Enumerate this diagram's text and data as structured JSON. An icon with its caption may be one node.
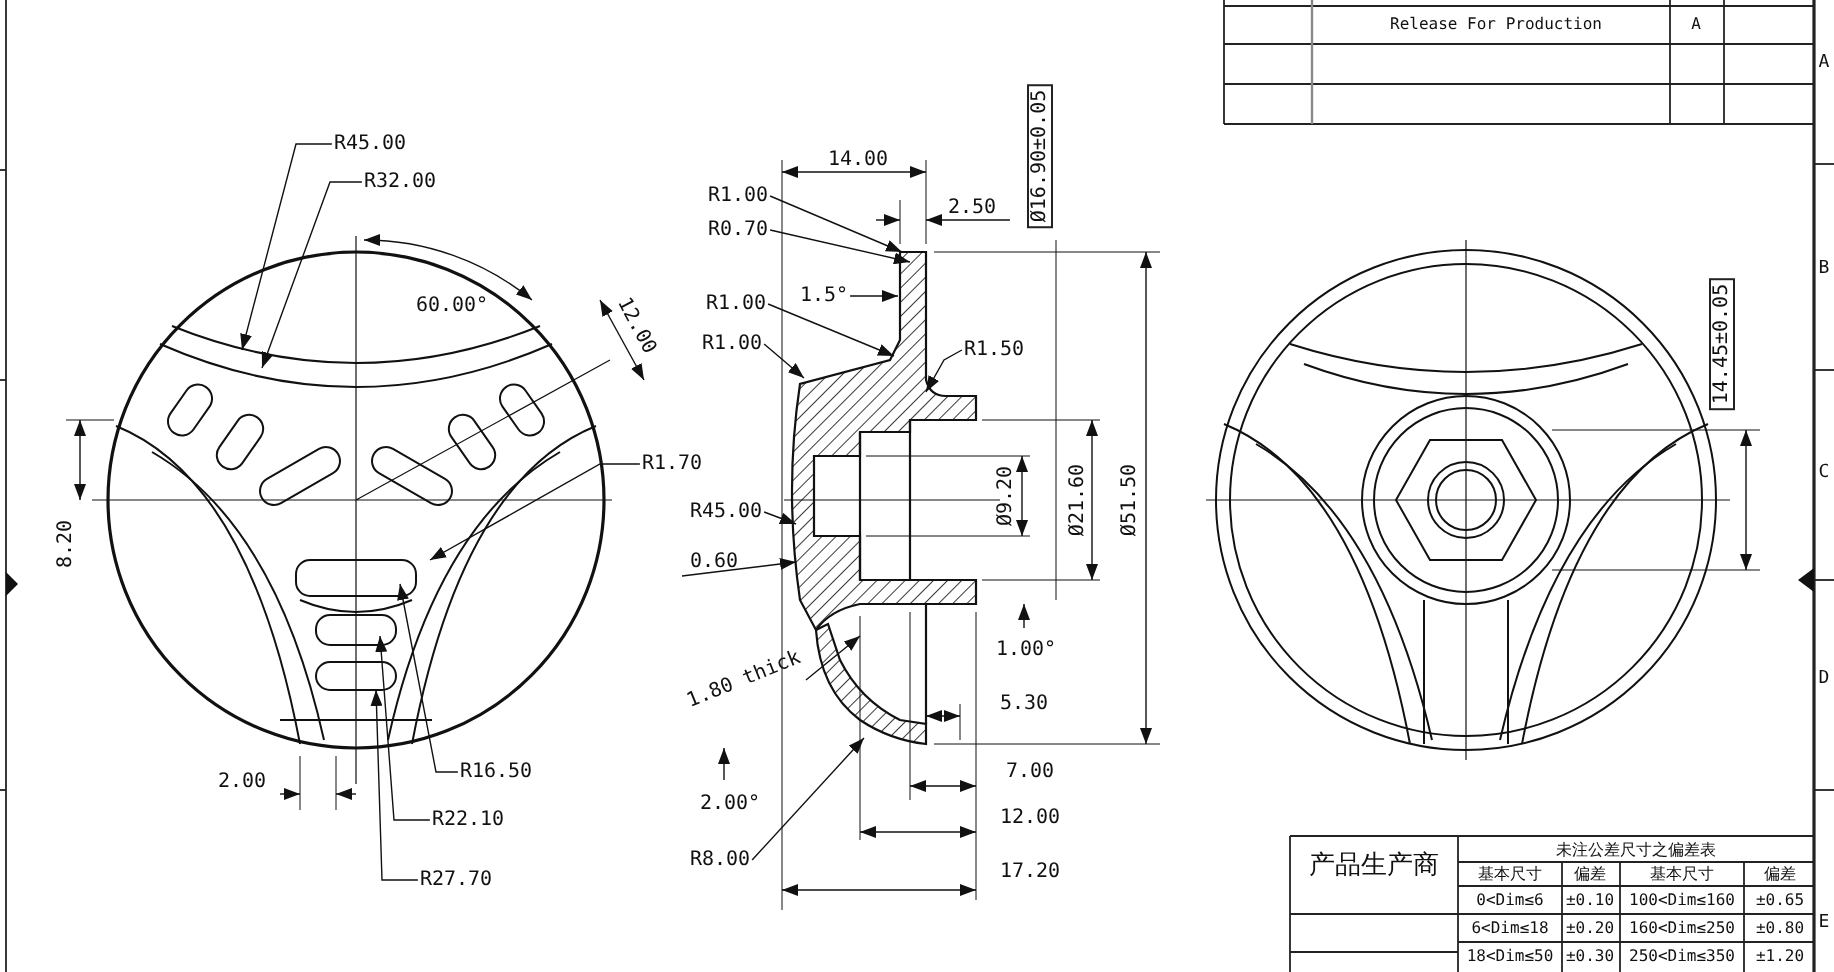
{
  "diagram": {
    "nodes": [
      {
        "text": [
          "R45.00"
        ]
      },
      {
        "text": [
          "R32.00"
        ]
      },
      {
        "text": [
          "R1.70"
        ]
      },
      {
        "text": [
          "R16.50"
        ]
      },
      {
        "text": [
          "R22.10"
        ]
      },
      {
        "text": [
          "R27.70"
        ]
      },
      {
        "text": [
          "R1.00"
        ]
      },
      {
        "text": [
          "R0.70"
        ]
      },
      {
        "text": [
          "1.5°"
        ]
      },
      {
        "text": [
          "R1.00"
        ]
      },
      {
        "text": [
          "R1.00"
        ]
      },
      {
        "text": [
          "R1.50"
        ]
      },
      {
        "text": [
          "R45.00"
        ]
      },
      {
        "text": [
          "1.80 thick"
        ]
      },
      {
        "text": [
          "R8.00"
        ]
      },
      {
        "text": [],
        "shape": "picture"
      },
      {
        "text": [],
        "shape": "picture"
      }
    ],
    "edges": [
      {
        "from": 0,
        "to": 15,
        "arrow": "to"
      },
      {
        "from": 1,
        "to": 15,
        "arrow": "to"
      },
      {
        "from": 2,
        "to": 15,
        "arrow": "to"
      },
      {
        "from": 3,
        "to": 15,
        "arrow": "to"
      },
      {
        "from": 4,
        "to": 15,
        "arrow": "to"
      },
      {
        "from": 5,
        "to": 15,
        "arrow": "to"
      },
      {
        "from": 6,
        "to": 16,
        "arrow": "to"
      },
      {
        "from": 7,
        "to": 16,
        "arrow": "to"
      },
      {
        "from": 8,
        "to": 16,
        "arrow": "to"
      },
      {
        "from": 9,
        "to": 16,
        "arrow": "to"
      },
      {
        "from": 10,
        "to": 16,
        "arrow": "to"
      },
      {
        "from": 11,
        "to": 16,
        "arrow": "to"
      },
      {
        "from": 12,
        "to": 16,
        "arrow": "to"
      },
      {
        "from": 13,
        "to": 16,
        "arrow": "to"
      },
      {
        "from": 14,
        "to": 16,
        "arrow": "to"
      }
    ],
    "labels": [
      "Release For Production",
      "A",
      "A",
      "Ø16.90±0.05",
      "14.00",
      "2.50",
      "60.00°",
      "12.00",
      "B",
      "14.45±0.05",
      "C",
      "8.20",
      "Ø9.20",
      "Ø21.60",
      "Ø51.50",
      "1.00°",
      "D",
      "5.30",
      "2.00",
      "7.00",
      "2.00°",
      "12.00",
      "17.20",
      "产品生产商",
      "未注公差尺寸之偏差表",
      "基本尺寸",
      "偏差",
      "基本尺寸",
      "偏差",
      "0<Dim≤6",
      "±0.10",
      "100<Dim≤160",
      "±0.65",
      "6<Dim≤18",
      "±0.20",
      "160<Dim≤250",
      "±0.80",
      "18<Dim≤50",
      "±0.30",
      "250<Dim≤350",
      "±1.20",
      "E",
      "0.60"
    ]
  }
}
